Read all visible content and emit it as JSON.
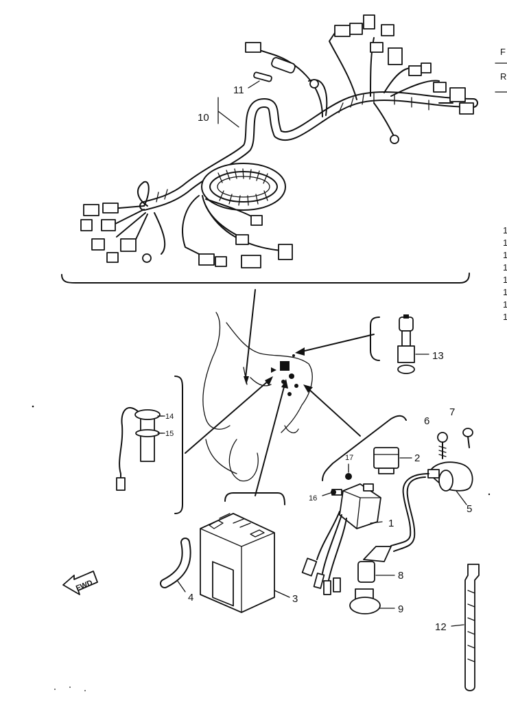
{
  "callouts": {
    "c1": "1",
    "c2": "2",
    "c3": "3",
    "c4": "4",
    "c5": "5",
    "c6": "6",
    "c7": "7",
    "c8": "8",
    "c9": "9",
    "c10": "10",
    "c11": "11",
    "c12": "12",
    "c13": "13",
    "c14": "14",
    "c15": "15",
    "c16": "16",
    "c17": "17"
  },
  "direction_badge": "FWD",
  "edge_text": {
    "f": "F",
    "r": "R",
    "col": [
      "1",
      "1",
      "1",
      "1",
      "1",
      "1",
      "1",
      "1"
    ]
  }
}
